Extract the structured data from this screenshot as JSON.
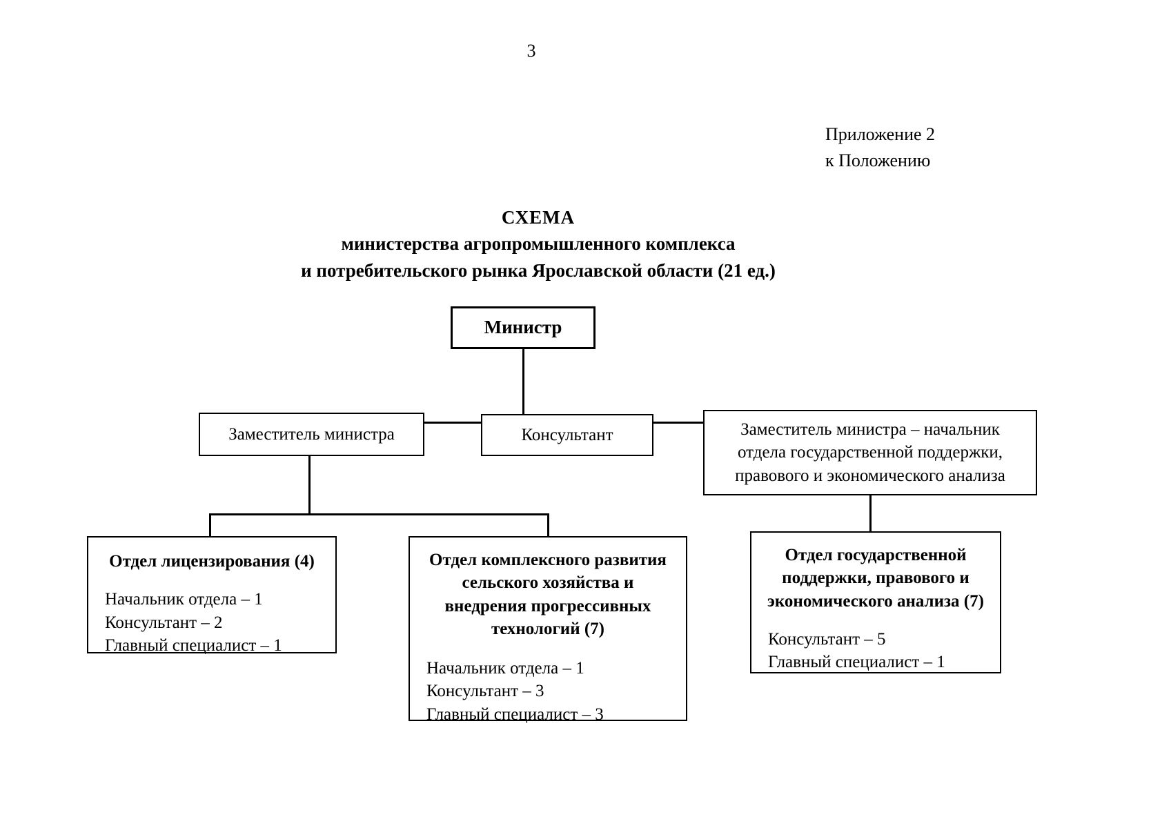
{
  "page": {
    "number": "3"
  },
  "appendix": {
    "line1": "Приложение 2",
    "line2": "к Положению"
  },
  "title": {
    "line1": "СХЕМА",
    "line2": "министерства агропромышленного комплекса",
    "line3": "и потребительского рынка Ярославской области (21 ед.)"
  },
  "chart_data": {
    "type": "diagram",
    "subtype": "organizational-hierarchy",
    "title": "СХЕМА министерства агропромышленного комплекса и потребительского рынка Ярославской области (21 ед.)",
    "total_units": 21,
    "nodes": [
      {
        "id": "minister",
        "level": 0,
        "label": "Министр",
        "bold": true,
        "headcount": null
      },
      {
        "id": "deputy-minister",
        "level": 1,
        "label": "Заместитель министра",
        "bold": false,
        "headcount": null
      },
      {
        "id": "consultant",
        "level": 1,
        "label": "Консультант",
        "bold": false,
        "headcount": null
      },
      {
        "id": "deputy-minister-head",
        "level": 1,
        "label": "Заместитель министра – начальник отдела государственной поддержки, правового и экономического анализа",
        "label_lines": [
          "Заместитель министра – начальник",
          "отдела государственной поддержки,",
          "правового и экономического анализа"
        ],
        "bold": false,
        "headcount": null
      },
      {
        "id": "licensing-dept",
        "level": 2,
        "label": "Отдел лицензирования (4)",
        "title_lines": [
          "Отдел лицензирования (4)"
        ],
        "headcount": 4,
        "staff": [
          {
            "role": "Начальник отдела",
            "count": 1,
            "text": "Начальник отдела – 1"
          },
          {
            "role": "Консультант",
            "count": 2,
            "text": "Консультант – 2"
          },
          {
            "role": "Главный специалист",
            "count": 1,
            "text": "Главный специалист – 1"
          }
        ]
      },
      {
        "id": "complex-development-dept",
        "level": 2,
        "label": "Отдел комплексного развития сельского хозяйства и внедрения прогрессивных технологий (7)",
        "title_lines": [
          "Отдел комплексного развития",
          "сельского хозяйства и",
          "внедрения прогрессивных",
          "технологий (7)"
        ],
        "headcount": 7,
        "staff": [
          {
            "role": "Начальник отдела",
            "count": 1,
            "text": "Начальник отдела – 1"
          },
          {
            "role": "Консультант",
            "count": 3,
            "text": "Консультант – 3"
          },
          {
            "role": "Главный специалист",
            "count": 3,
            "text": "Главный специалист – 3"
          }
        ]
      },
      {
        "id": "state-support-dept",
        "level": 2,
        "label": "Отдел государственной поддержки, правового и экономического анализа (7)",
        "title_lines": [
          "Отдел государственной",
          "поддержки, правового и",
          "экономического анализа (7)"
        ],
        "headcount": 7,
        "staff": [
          {
            "role": "Консультант",
            "count": 5,
            "text": "Консультант – 5"
          },
          {
            "role": "Главный специалист",
            "count": 1,
            "text": "Главный специалист – 1"
          }
        ]
      }
    ],
    "edges": [
      {
        "from": "minister",
        "to": "deputy-minister"
      },
      {
        "from": "minister",
        "to": "consultant"
      },
      {
        "from": "minister",
        "to": "deputy-minister-head"
      },
      {
        "from": "deputy-minister",
        "to": "licensing-dept"
      },
      {
        "from": "deputy-minister",
        "to": "complex-development-dept"
      },
      {
        "from": "deputy-minister-head",
        "to": "state-support-dept"
      }
    ]
  },
  "boxes": {
    "minister": {
      "label": "Министр"
    },
    "deputy_minister": {
      "label": "Заместитель министра"
    },
    "consultant": {
      "label": "Консультант"
    },
    "deputy_head": {
      "l1": "Заместитель министра – начальник",
      "l2": "отдела государственной поддержки,",
      "l3": "правового и экономического анализа"
    },
    "licensing": {
      "t1": "Отдел лицензирования (4)",
      "s1": "Начальник отдела – 1",
      "s2": "Консультант – 2",
      "s3": "Главный специалист – 1"
    },
    "complex": {
      "t1": "Отдел комплексного развития",
      "t2": "сельского хозяйства и",
      "t3": "внедрения прогрессивных",
      "t4": "технологий (7)",
      "s1": "Начальник отдела – 1",
      "s2": "Консультант – 3",
      "s3": "Главный специалист – 3"
    },
    "support": {
      "t1": "Отдел государственной",
      "t2": "поддержки, правового и",
      "t3": "экономического анализа (7)",
      "s1": "Консультант – 5",
      "s2": "Главный специалист – 1"
    }
  }
}
